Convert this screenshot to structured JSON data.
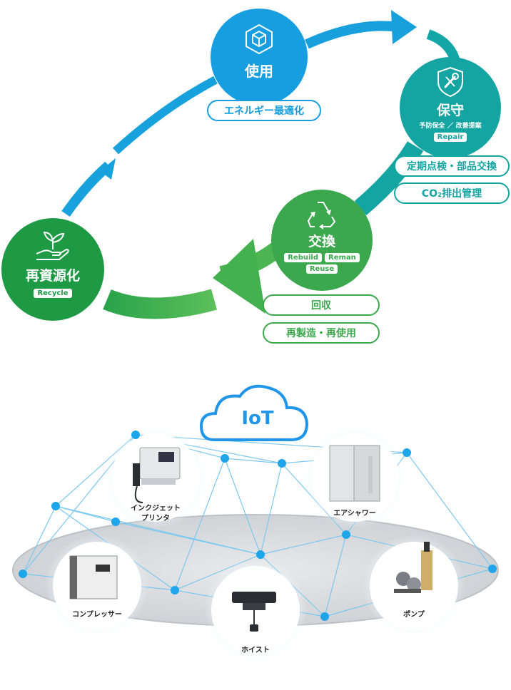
{
  "colors": {
    "blue": "#169ee0",
    "teal": "#14a4a2",
    "green": "#3ca84e",
    "dark_green": "#1e9a45",
    "iot_blue": "#2196e8",
    "node_blue": "#1ea5ea"
  },
  "cycle": {
    "use": {
      "title": "使用",
      "icon": "cube-icon",
      "pills": [
        "エネルギー最適化"
      ]
    },
    "maintenance": {
      "title": "保守",
      "subtitle": "予防保全 ／ 改善提案",
      "icon": "shield-wrench-icon",
      "tag": "Repair",
      "pills": [
        "定期点検・部品交換",
        "CO₂排出管理"
      ]
    },
    "exchange": {
      "title": "交換",
      "icon": "recycle-arrows-icon",
      "tags": [
        "Rebuild",
        "Reman",
        "Reuse"
      ],
      "pills": [
        "回収",
        "再製造・再使用"
      ]
    },
    "recycle": {
      "title": "再資源化",
      "icon": "plant-hand-icon",
      "tag": "Recycle"
    }
  },
  "iot": {
    "cloud_label": "IoT",
    "devices": [
      {
        "label": "インクジェット\nプリンタ",
        "icon": "inkjet-printer-icon"
      },
      {
        "label": "エアシャワー",
        "icon": "air-shower-icon"
      },
      {
        "label": "コンプレッサー",
        "icon": "compressor-icon"
      },
      {
        "label": "ホイスト",
        "icon": "hoist-icon"
      },
      {
        "label": "ポンプ",
        "icon": "pump-icon"
      }
    ]
  }
}
